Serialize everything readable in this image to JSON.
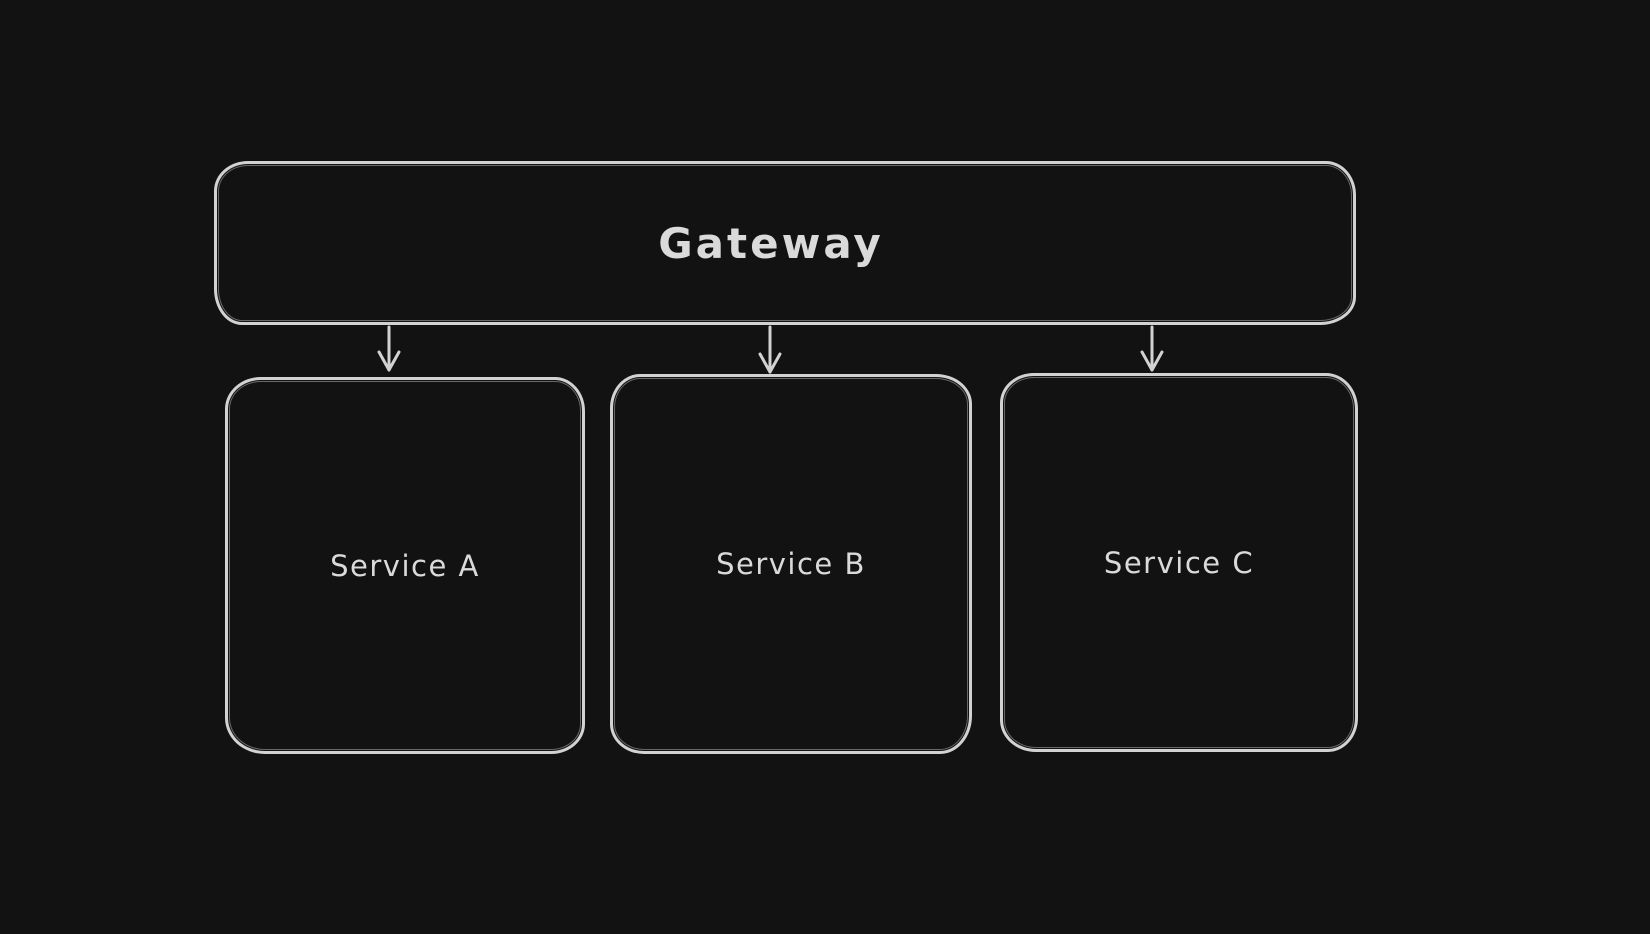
{
  "canvas": {
    "background_color": "#121212",
    "stroke_color": "#d2d2d2",
    "text_color": "#dadada",
    "style": "hand-drawn-sketch"
  },
  "nodes": {
    "gateway": {
      "label": "Gateway"
    },
    "service_a": {
      "label": "Service A"
    },
    "service_b": {
      "label": "Service B"
    },
    "service_c": {
      "label": "Service C"
    }
  },
  "edges": [
    {
      "name": "gateway-to-service-a",
      "from": "gateway",
      "to": "service_a",
      "arrowhead": "down"
    },
    {
      "name": "gateway-to-service-b",
      "from": "gateway",
      "to": "service_b",
      "arrowhead": "down"
    },
    {
      "name": "gateway-to-service-c",
      "from": "gateway",
      "to": "service_c",
      "arrowhead": "down"
    }
  ]
}
